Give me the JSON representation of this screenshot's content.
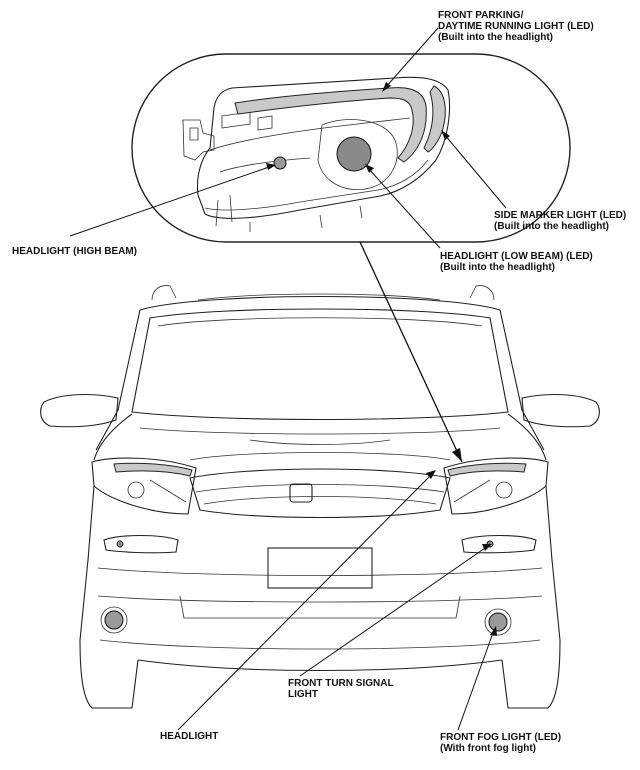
{
  "labels": {
    "front_parking": {
      "line1": "FRONT PARKING/",
      "line2": "DAYTIME RUNNING LIGHT (LED)",
      "line3": "(Built into the headlight)"
    },
    "side_marker": {
      "line1": "SIDE MARKER LIGHT (LED)",
      "line2": "(Built into the headlight)"
    },
    "high_beam": {
      "line1": "HEADLIGHT (HIGH BEAM)"
    },
    "low_beam": {
      "line1": "HEADLIGHT (LOW BEAM) (LED)",
      "line2": "(Built into the headlight)"
    },
    "front_turn_signal": {
      "line1": "FRONT TURN SIGNAL",
      "line2": "LIGHT"
    },
    "headlight": {
      "line1": "HEADLIGHT"
    },
    "front_fog": {
      "line1": "FRONT FOG LIGHT (LED)",
      "line2": "(With front fog light)"
    }
  }
}
